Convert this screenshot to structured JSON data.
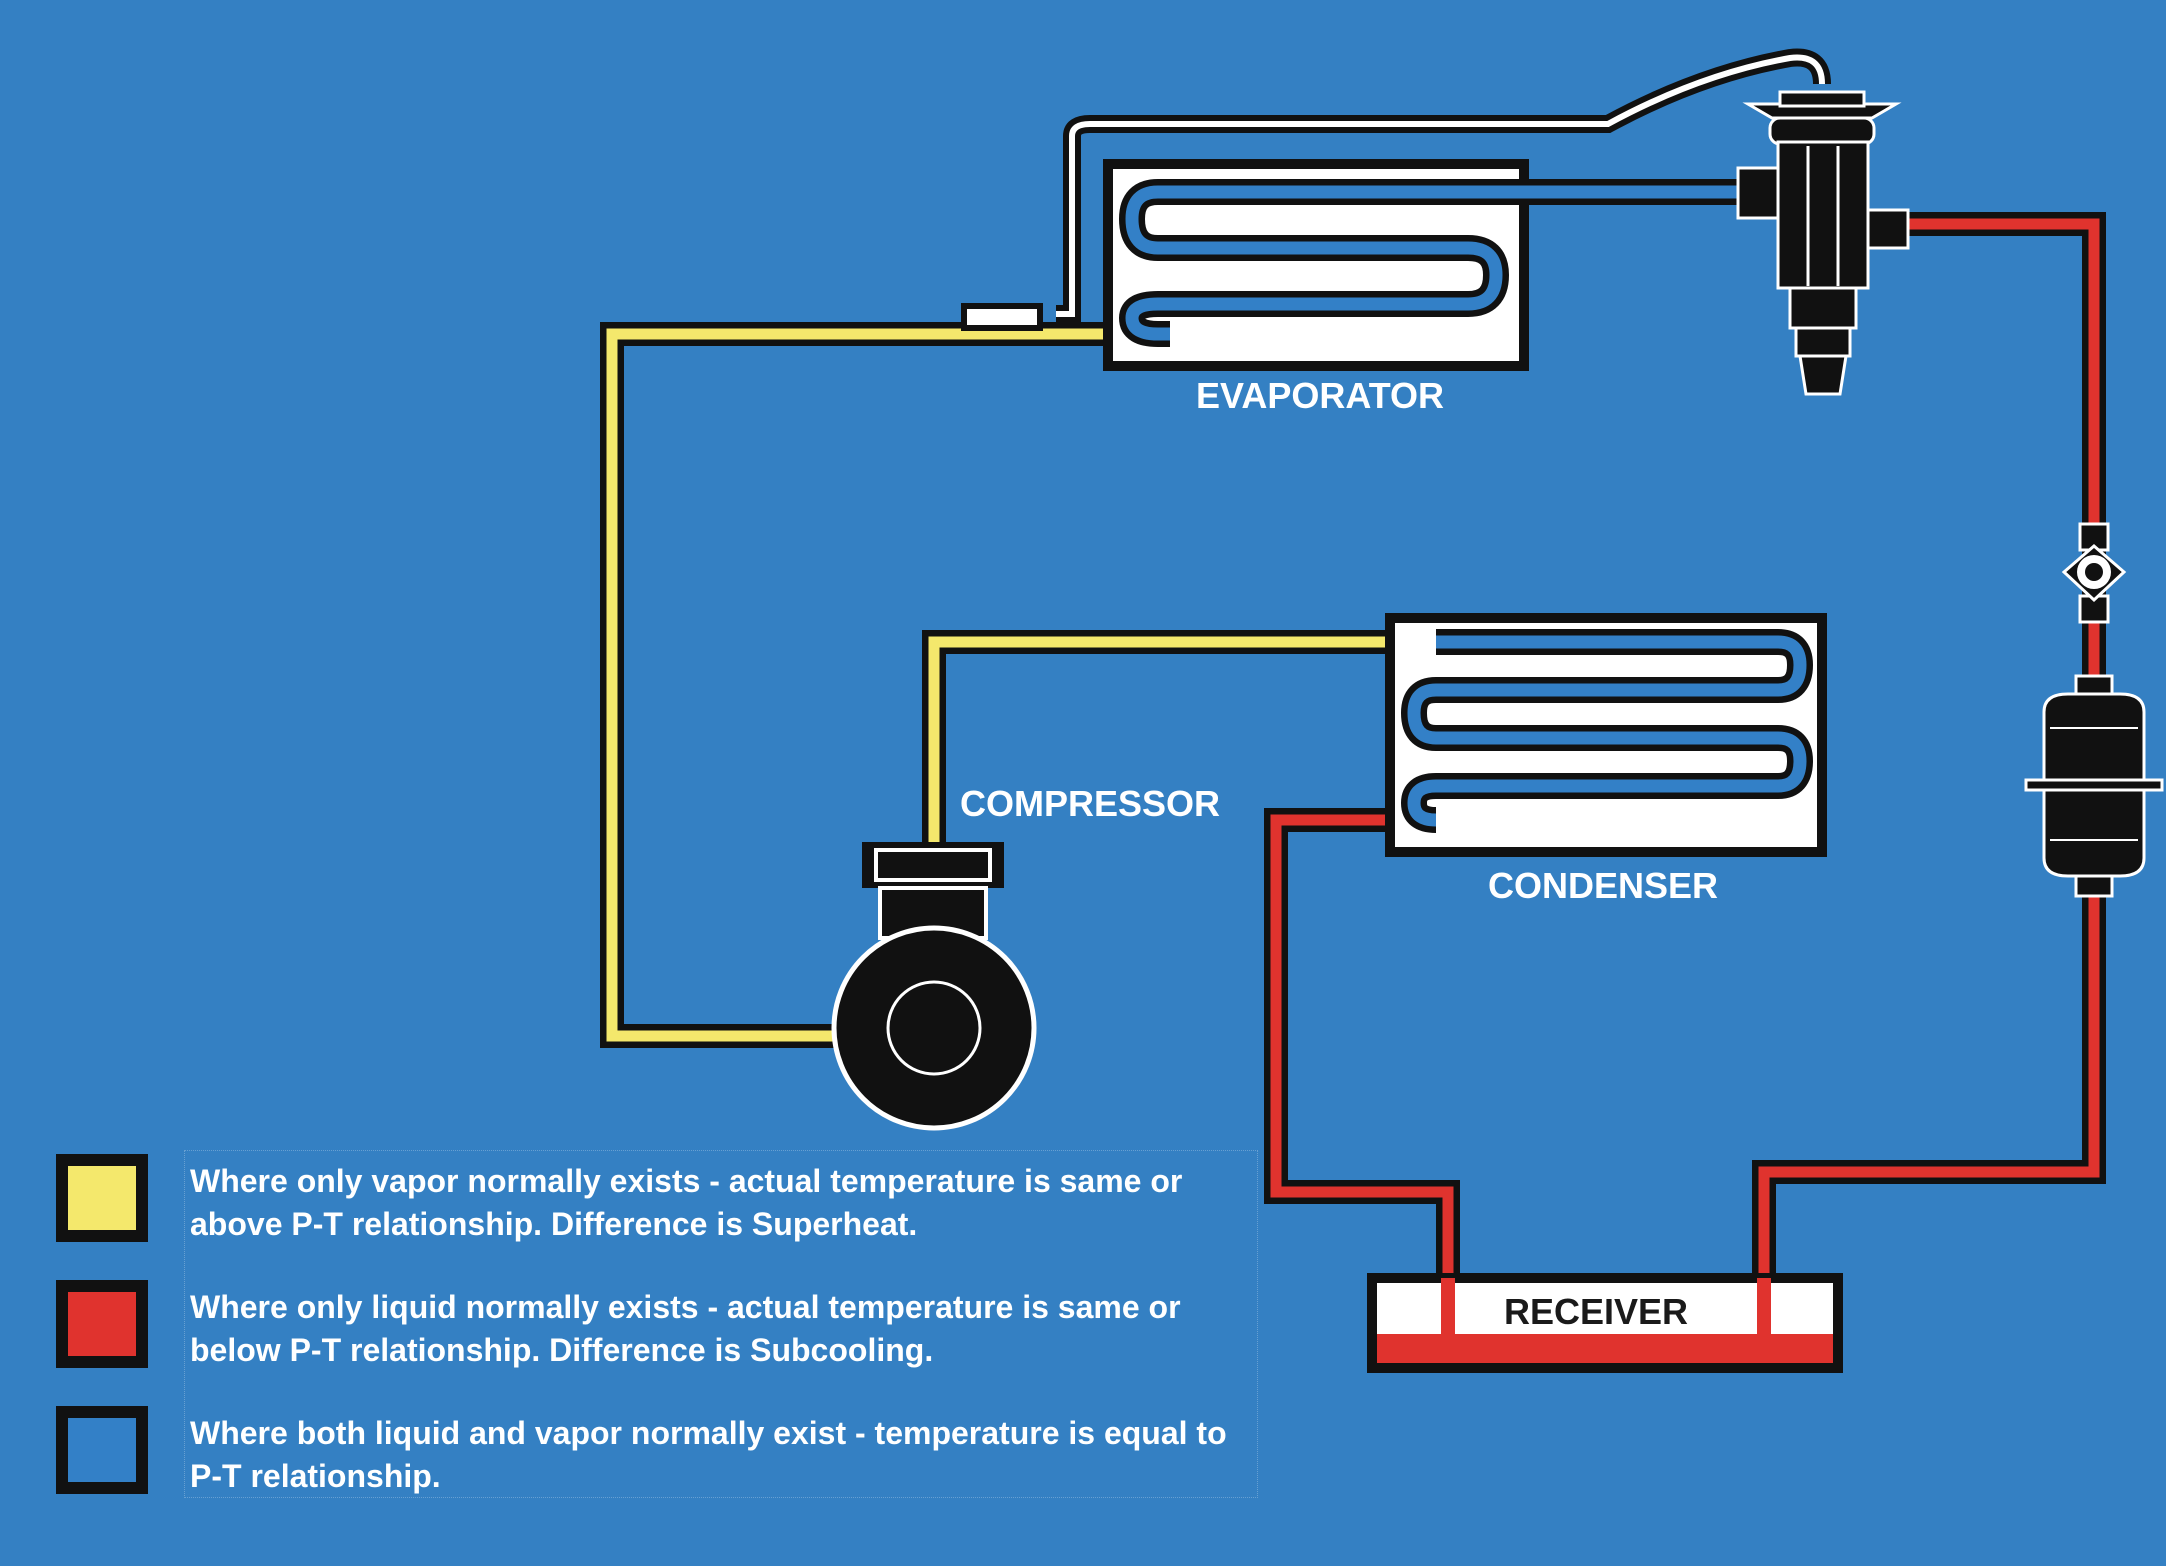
{
  "colors": {
    "background": "#3480c3",
    "vapor": "#f4e86c",
    "liquid": "#e0332e",
    "mixed": "#3380c7",
    "outline": "#111111",
    "component_fill": "#ffffff"
  },
  "components": {
    "evaporator": "EVAPORATOR",
    "condenser": "CONDENSER",
    "compressor": "COMPRESSOR",
    "receiver": "RECEIVER"
  },
  "legend": [
    {
      "color_key": "vapor",
      "text": "Where only vapor normally exists - actual temperature is same or above P-T relationship. Difference is Superheat."
    },
    {
      "color_key": "liquid",
      "text": "Where only liquid normally exists - actual temperature is same or below P-T relationship. Difference is Subcooling."
    },
    {
      "color_key": "mixed",
      "text": "Where both liquid and vapor normally exist - temperature is equal to P-T relationship."
    }
  ]
}
